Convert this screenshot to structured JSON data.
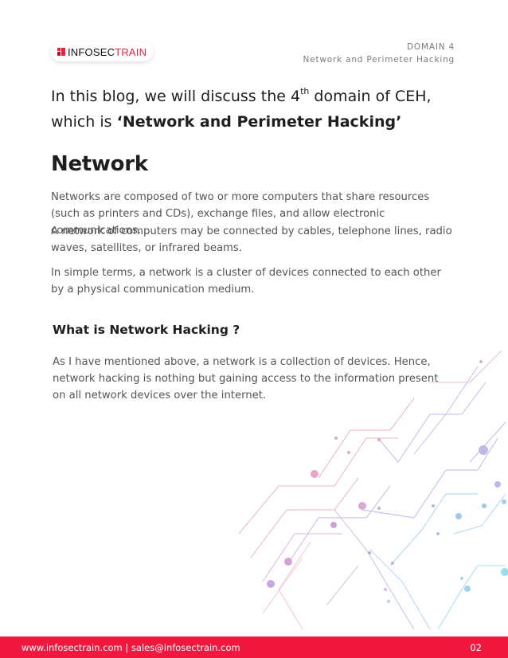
{
  "logo": {
    "part1": "INFOSEC",
    "part2": "TRAIN",
    "colors": {
      "brand": "#e8233f",
      "dark": "#111111"
    }
  },
  "header": {
    "domain": "DOMAIN 4",
    "subtitle": "Network and Perimeter Hacking"
  },
  "intro": {
    "line1_before": "In this blog, we will discuss the 4",
    "line1_sup": "th",
    "line1_after": " domain of CEH,",
    "line2_prefix": "which is ",
    "line2_strong": "‘Network and Perimeter Hacking’"
  },
  "network": {
    "title": "Network",
    "para1": "Networks are composed of two or more computers that share resources (such as printers and CDs), exchange files, and allow electronic communications.",
    "para2": "A network of computers may be connected by cables, telephone lines, radio waves, satellites, or infrared beams.",
    "para3": "In simple terms, a network is a cluster of devices connected to each other by a physical communication medium."
  },
  "hacking": {
    "title": "What is Network Hacking ?",
    "para": "As I have mentioned above, a network is a collection of devices. Hence, network hacking is nothing but gaining access to the information present on all network devices over the internet."
  },
  "footer": {
    "contact": "www.infosectrain.com | sales@infosectrain.com",
    "page_number": "02",
    "color": "#f0183e"
  },
  "decor": {
    "icon": "circuit-network-graphic",
    "colors": [
      "#e8a6c4",
      "#b9a6df",
      "#9fd6ec"
    ]
  }
}
